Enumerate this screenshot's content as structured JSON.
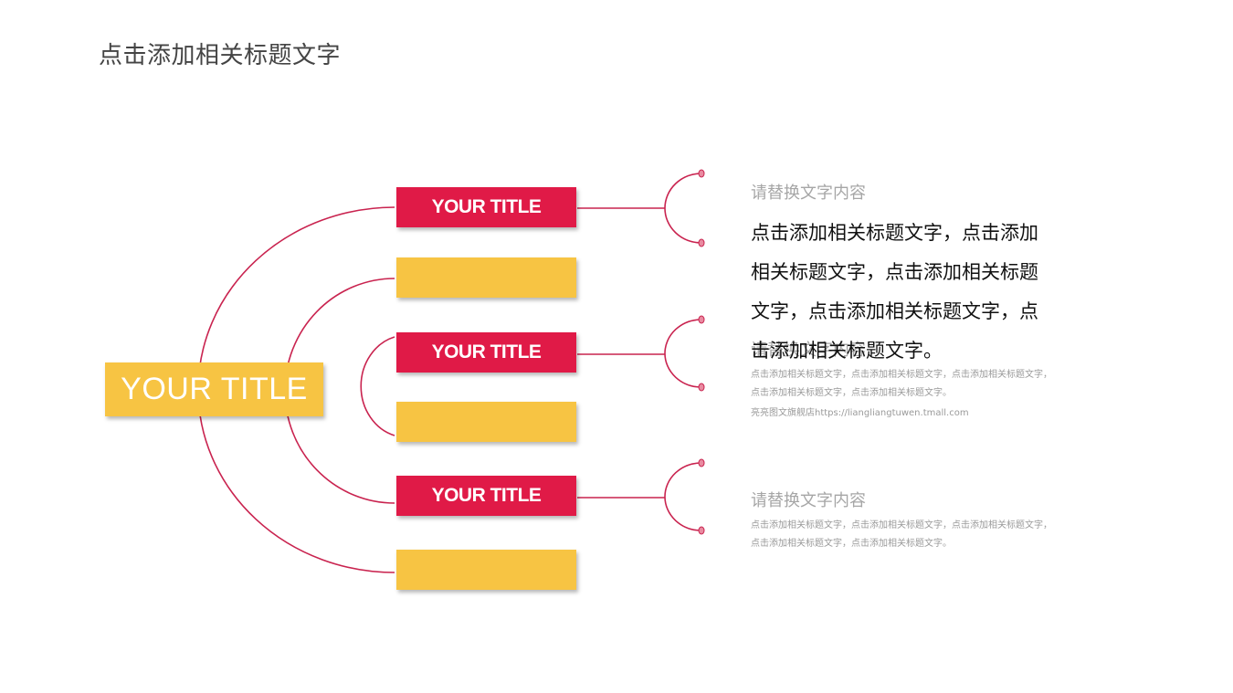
{
  "slide": {
    "title": "点击添加相关标题文字"
  },
  "diagram": {
    "main_box": {
      "label": "YOUR TITLE",
      "color": "#f7c443"
    },
    "branches": [
      {
        "label": "YOUR TITLE",
        "color": "#e01a47"
      },
      {
        "label": "",
        "color": "#f7c443"
      },
      {
        "label": "YOUR TITLE",
        "color": "#e01a47"
      },
      {
        "label": "",
        "color": "#f7c443"
      },
      {
        "label": "YOUR TITLE",
        "color": "#e01a47"
      },
      {
        "label": "",
        "color": "#f7c443"
      }
    ],
    "connector_color": "#c9234f"
  },
  "text_blocks": [
    {
      "heading": "请替换文字内容"
    },
    {
      "heading": "请替换文字内容",
      "body": "点击添加相关标题文字，点击添加相关标题文字，点击添加相关标题文字，点击添加相关标题文字，点击添加相关标题文字。",
      "link": "亮亮图文旗舰店https://liangliangtuwen.tmall.com"
    },
    {
      "heading": "请替换文字内容",
      "body": "点击添加相关标题文字，点击添加相关标题文字，点击添加相关标题文字，点击添加相关标题文字，点击添加相关标题文字。"
    }
  ],
  "overlay_text": "点击添加相关标题文字，点击添加相关标题文字，点击添加相关标题文字，点击添加相关标题文字，点击添加相关标题文字。"
}
